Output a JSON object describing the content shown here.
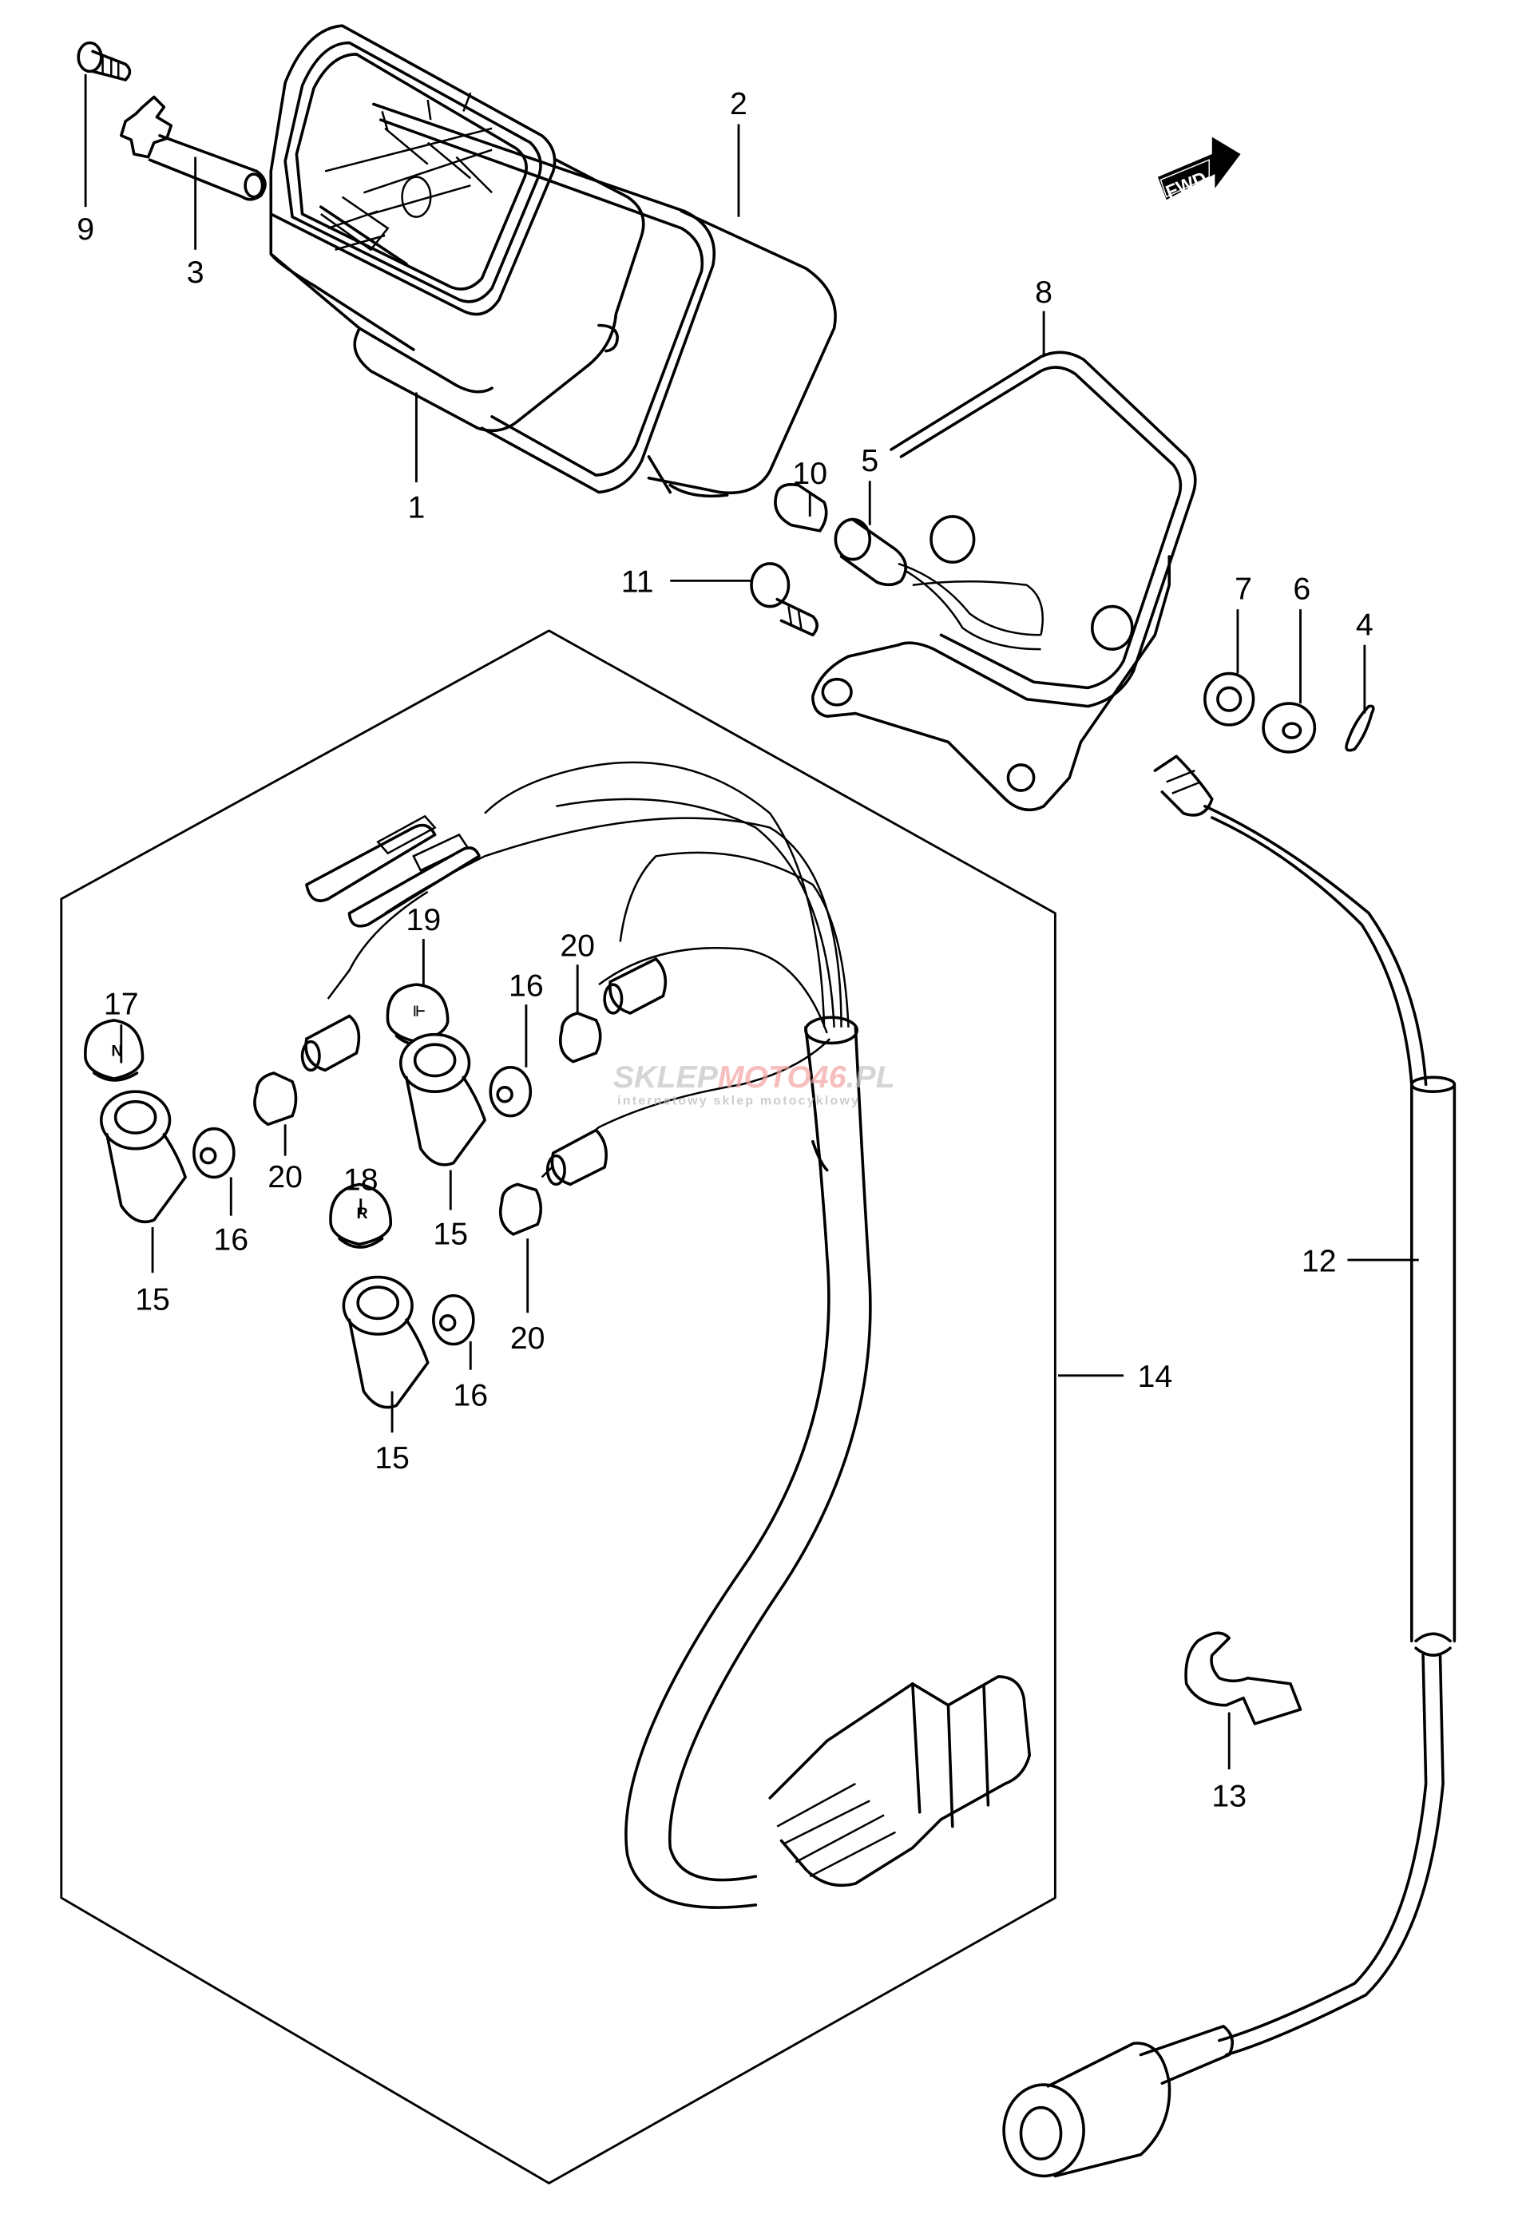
{
  "diagram": {
    "title": "Speedometer assembly parts diagram",
    "direction_badge": "FWD",
    "colors": {
      "line": "#000000",
      "background": "#ffffff",
      "watermark_gray": "#c4c4c4",
      "watermark_red": "#f5a3a3"
    },
    "watermark": {
      "part1": "SKLEP",
      "part2": "MOTO",
      "part3": "46",
      "part4": ".PL",
      "tagline": "internetowy sklep motocyklowy"
    },
    "callouts": [
      {
        "id": "c9",
        "label": "9"
      },
      {
        "id": "c3",
        "label": "3"
      },
      {
        "id": "c1",
        "label": "1"
      },
      {
        "id": "c2",
        "label": "2"
      },
      {
        "id": "c10",
        "label": "10"
      },
      {
        "id": "c5",
        "label": "5"
      },
      {
        "id": "c11",
        "label": "11"
      },
      {
        "id": "c8",
        "label": "8"
      },
      {
        "id": "c7",
        "label": "7"
      },
      {
        "id": "c6",
        "label": "6"
      },
      {
        "id": "c4",
        "label": "4"
      },
      {
        "id": "c12",
        "label": "12"
      },
      {
        "id": "c13",
        "label": "13"
      },
      {
        "id": "c14",
        "label": "14"
      },
      {
        "id": "c17",
        "label": "17"
      },
      {
        "id": "c19",
        "label": "19"
      },
      {
        "id": "c20a",
        "label": "20"
      },
      {
        "id": "c16a",
        "label": "16"
      },
      {
        "id": "c20b",
        "label": "20"
      },
      {
        "id": "c16b",
        "label": "16"
      },
      {
        "id": "c15a",
        "label": "15"
      },
      {
        "id": "c15b",
        "label": "15"
      },
      {
        "id": "c18",
        "label": "18"
      },
      {
        "id": "c20c",
        "label": "20"
      },
      {
        "id": "c16c",
        "label": "16"
      },
      {
        "id": "c15c",
        "label": "15"
      }
    ],
    "indicator_caps": [
      {
        "part": "17",
        "glyph": "N"
      },
      {
        "part": "19",
        "glyph": "⊩"
      },
      {
        "part": "18",
        "glyph": "R"
      }
    ]
  }
}
